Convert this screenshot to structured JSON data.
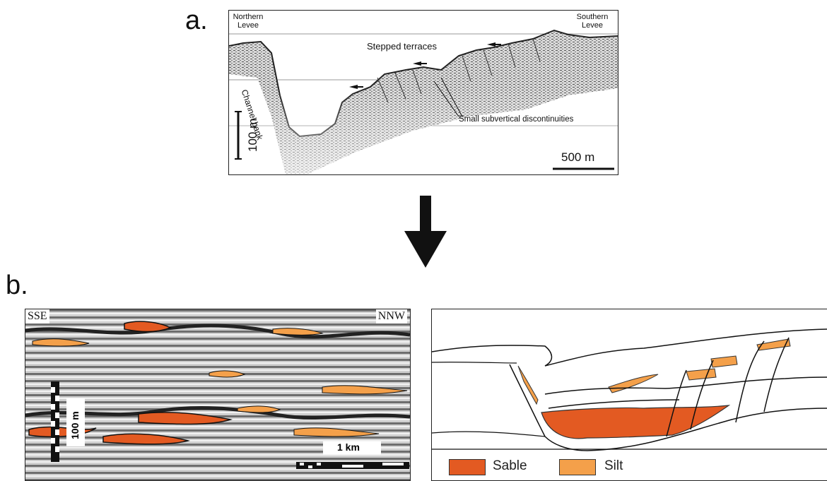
{
  "panel_a": {
    "letter": "a.",
    "northern_levee": "Northern\nLevee",
    "southern_levee": "Southern\nLevee",
    "stepped_terraces": "Stepped terraces",
    "channel_bank": "Channel bank",
    "discontinuities": "Small subvertical discontinuities",
    "vertical_scale": "100 m",
    "horizontal_scale": "500 m"
  },
  "panel_b": {
    "letter": "b.",
    "left_tag": "SSE",
    "right_tag": "NNW",
    "vertical_scale": "100 m",
    "horizontal_scale": "1 km",
    "legend": [
      {
        "label": "Sable",
        "color": "#e35a22"
      },
      {
        "label": "Silt",
        "color": "#f4a04a"
      }
    ]
  },
  "colors": {
    "sand": "#e35a22",
    "silt": "#f4a04a",
    "seismic_gray": "#b9b9b9"
  },
  "arrow_icon": "down-arrow-icon"
}
